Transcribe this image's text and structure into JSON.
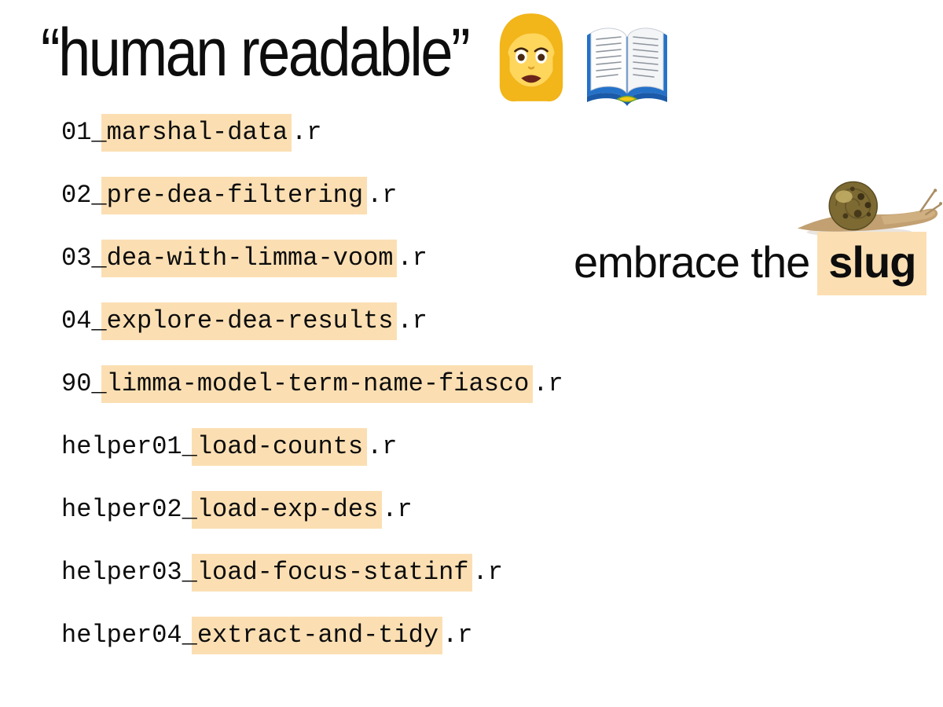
{
  "slide": {
    "title": "“human readable”",
    "icons": {
      "woman": "woman-emoji",
      "book": "open-book-emoji",
      "snail": "snail-photo"
    },
    "colors": {
      "background": "#FFFFFF",
      "text": "#0D0D0D",
      "highlight": "#FBDFB3"
    },
    "files": [
      {
        "prefix": "01_",
        "slug": "marshal-data",
        "ext": ".r"
      },
      {
        "prefix": "02_",
        "slug": "pre-dea-filtering",
        "ext": ".r"
      },
      {
        "prefix": "03_",
        "slug": "dea-with-limma-voom",
        "ext": ".r"
      },
      {
        "prefix": "04_",
        "slug": "explore-dea-results",
        "ext": ".r"
      },
      {
        "prefix": "90_",
        "slug": "limma-model-term-name-fiasco",
        "ext": ".r"
      },
      {
        "prefix": "helper01_",
        "slug": "load-counts",
        "ext": ".r"
      },
      {
        "prefix": "helper02_",
        "slug": "load-exp-des",
        "ext": ".r"
      },
      {
        "prefix": "helper03_",
        "slug": "load-focus-statinf",
        "ext": ".r"
      },
      {
        "prefix": "helper04_",
        "slug": "extract-and-tidy",
        "ext": ".r"
      }
    ],
    "caption": {
      "prefix": "embrace the",
      "highlight": "slug"
    }
  }
}
